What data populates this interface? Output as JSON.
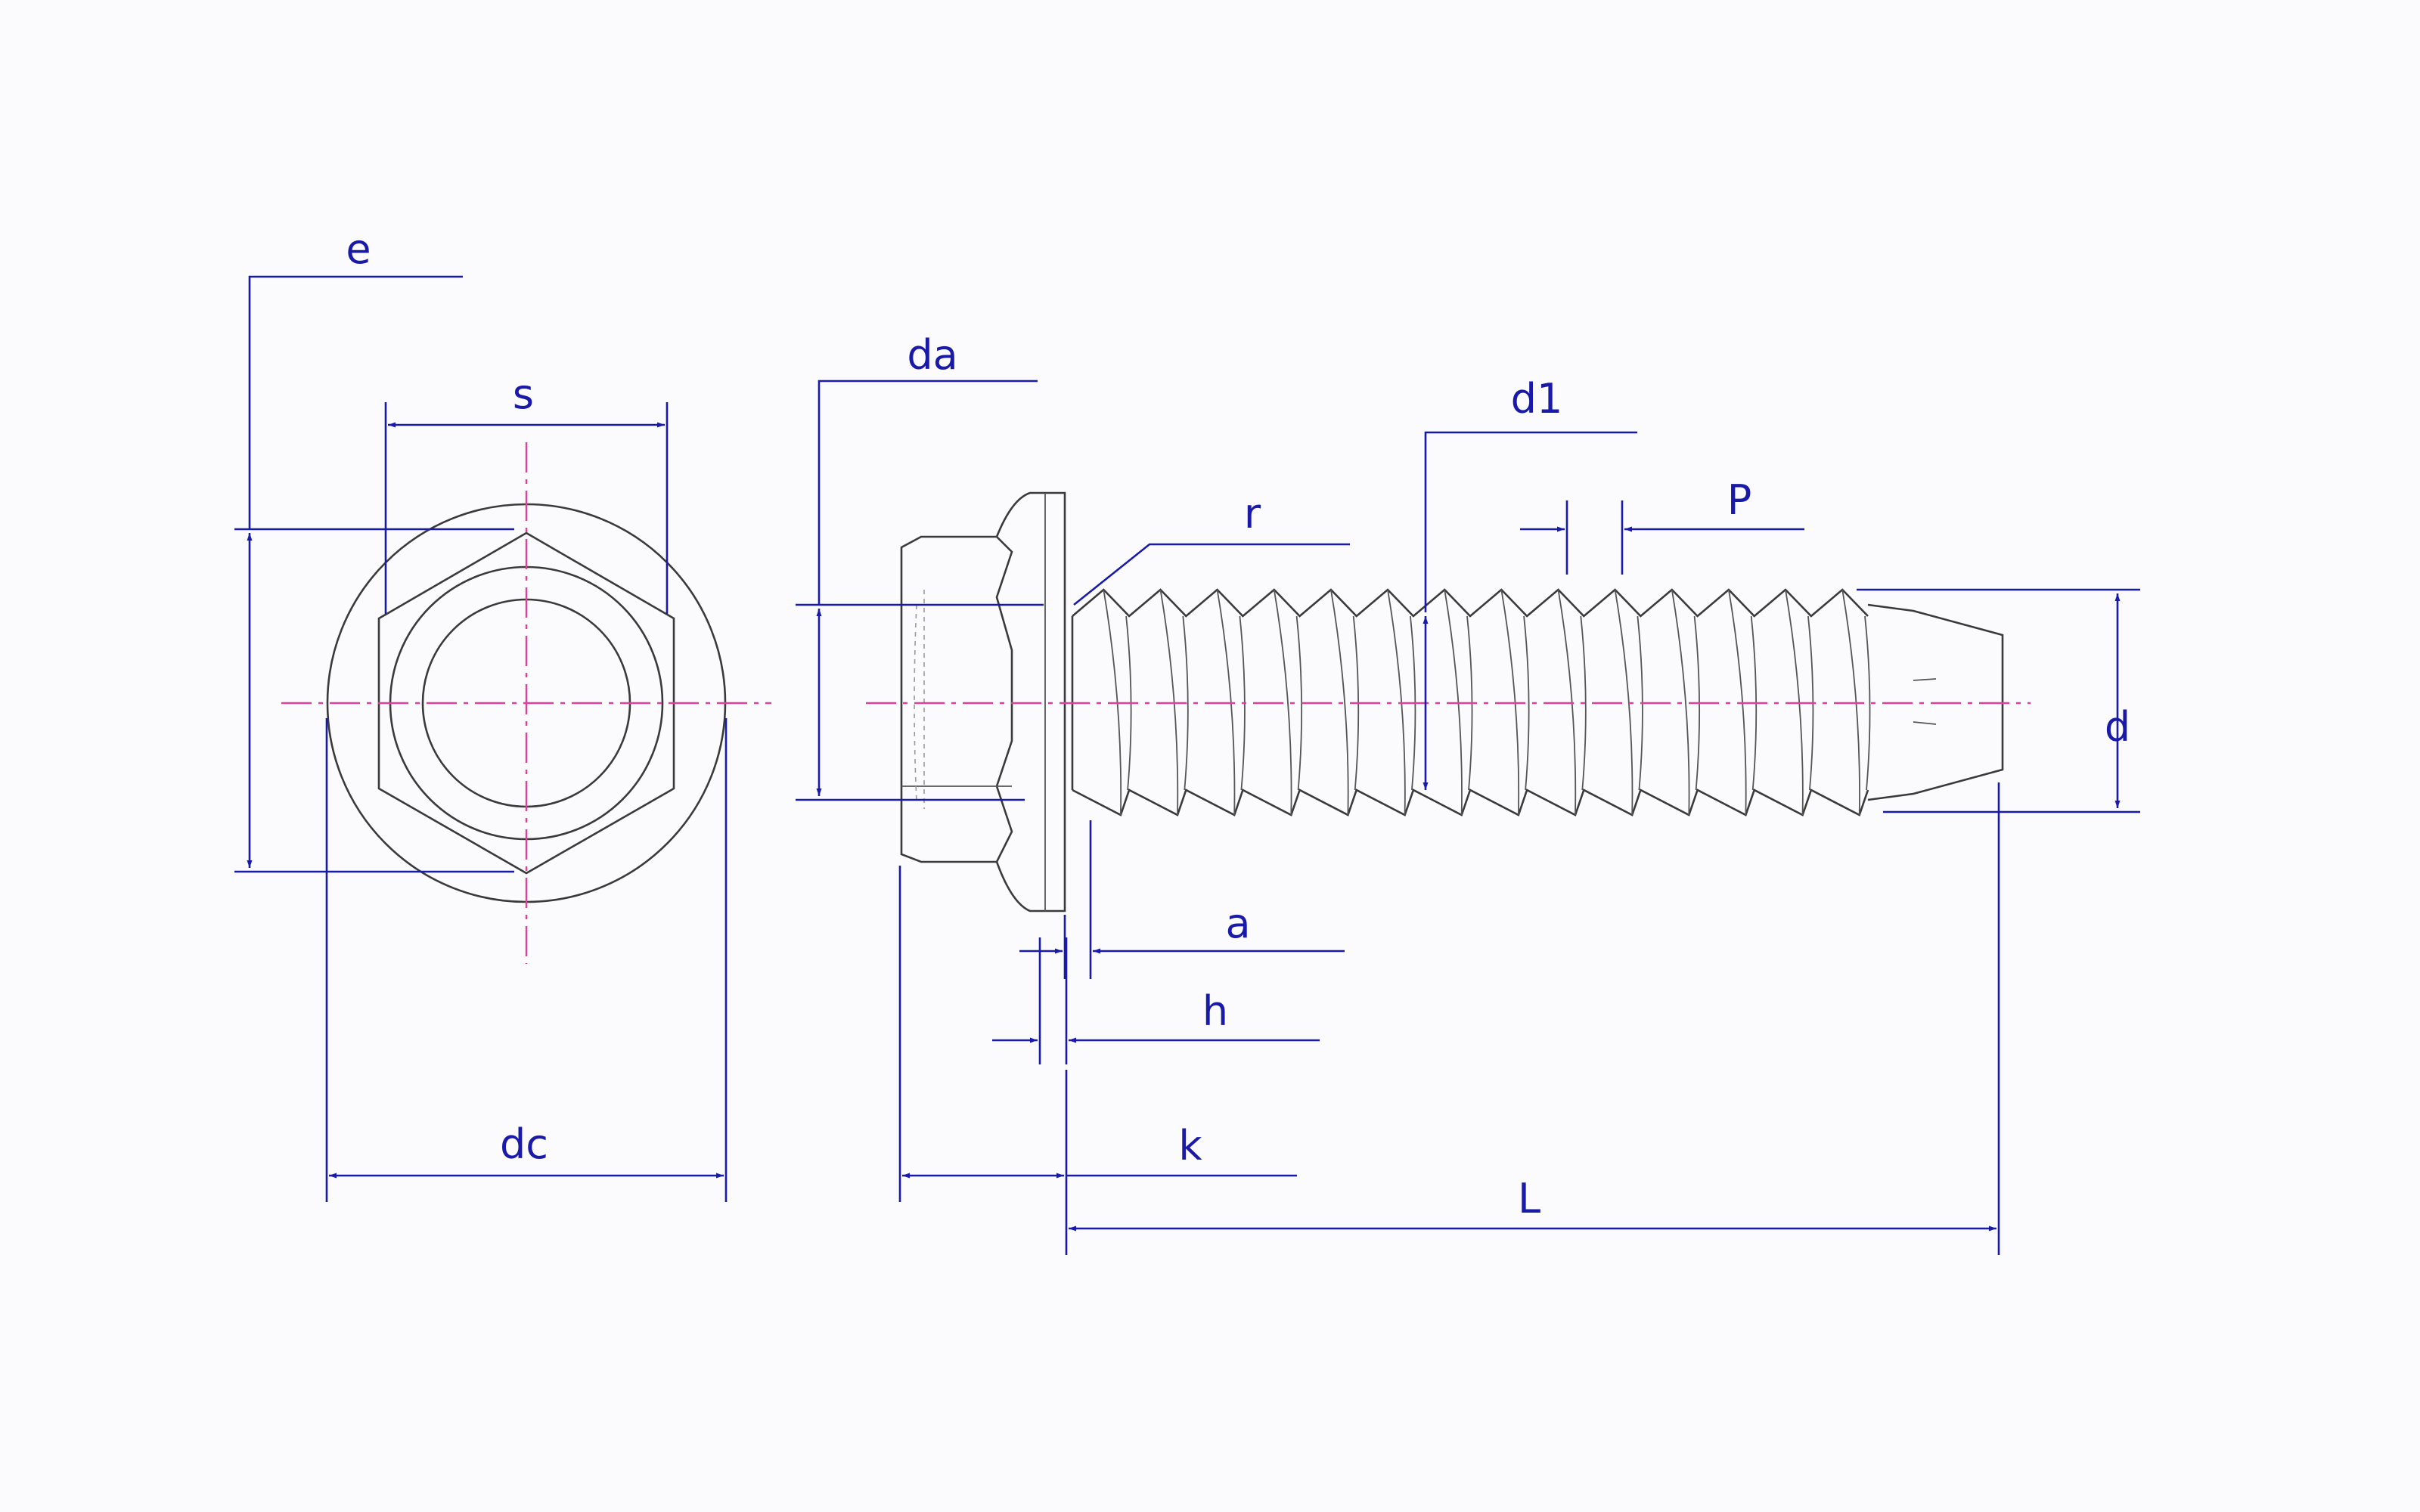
{
  "labels": {
    "e": "e",
    "s": "s",
    "dc": "dc",
    "da": "da",
    "r": "r",
    "d1": "d1",
    "P": "P",
    "d": "d",
    "a": "a",
    "h": "h",
    "k": "k",
    "L": "L"
  },
  "colors": {
    "dimension": "#1a1aa8",
    "outline": "#3a3a3a",
    "centerline": "#e0409a",
    "background": "#fbfbfd"
  },
  "thread": {
    "turns": 14
  }
}
